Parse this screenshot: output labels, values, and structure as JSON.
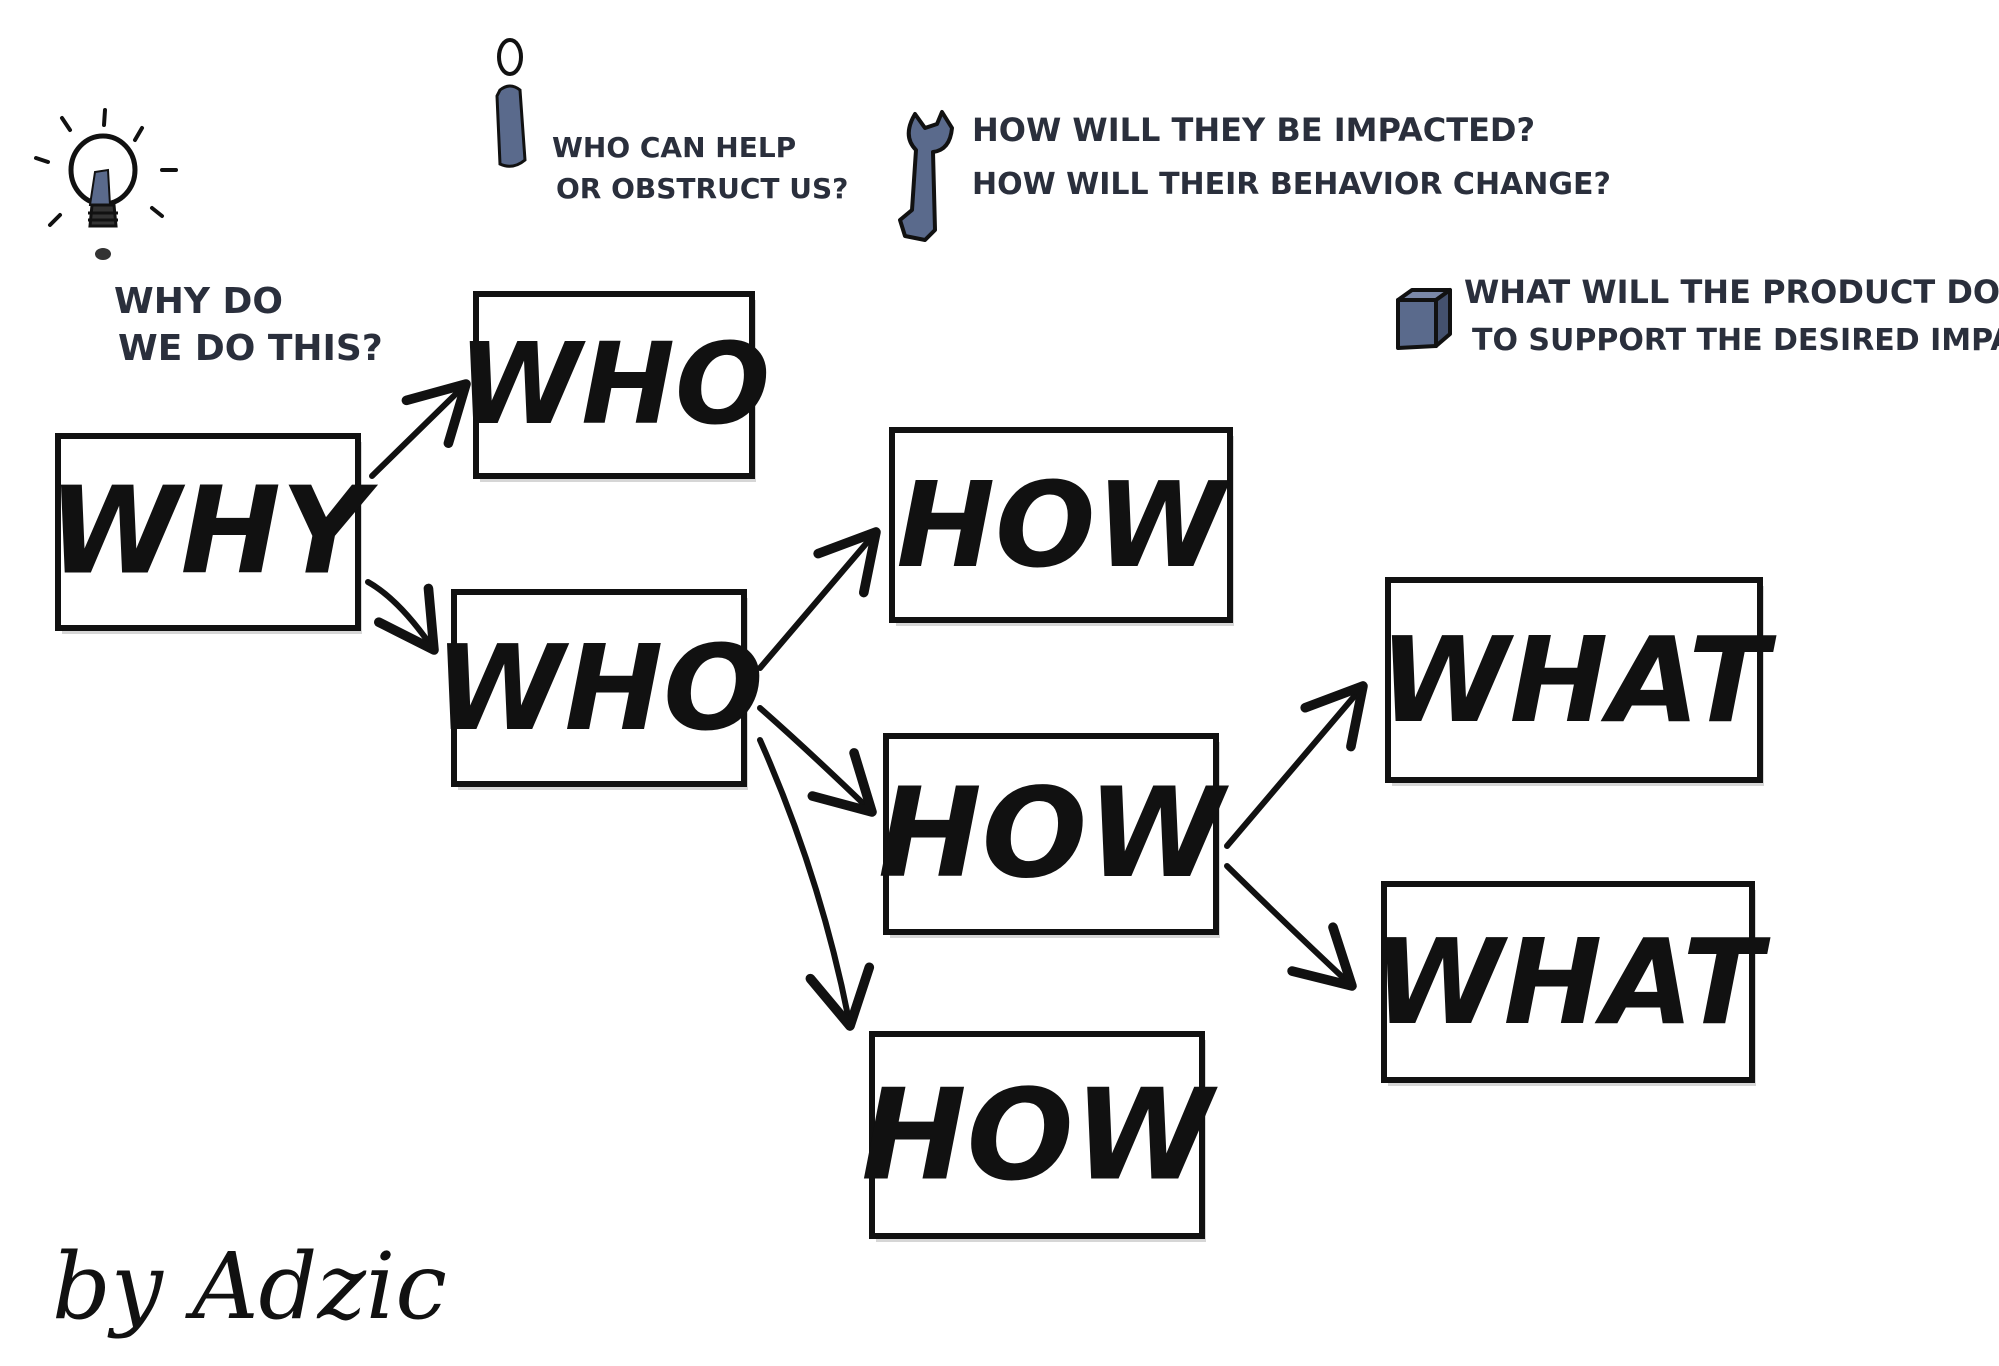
{
  "icons": {
    "why": "lightbulb-icon",
    "who": "person-icon",
    "how": "wrench-icon",
    "what": "cube-icon"
  },
  "colors": {
    "ink": "#111111",
    "note_ink": "#2a2f3c",
    "icon_fill": "#5a6a8c",
    "box_shadow": "#d6d6d6"
  },
  "notes": {
    "why": [
      "WHY DO",
      "WE DO THIS?"
    ],
    "who": [
      "WHO CAN HELP",
      "OR OBSTRUCT US?"
    ],
    "how": [
      "HOW WILL THEY BE IMPACTED?",
      "HOW WILL THEIR BEHAVIOR CHANGE?"
    ],
    "what": [
      "WHAT WILL THE PRODUCT DO",
      "TO SUPPORT THE DESIRED IMPACT?"
    ]
  },
  "boxes": [
    {
      "id": "why",
      "label": "WHY"
    },
    {
      "id": "who1",
      "label": "WHO"
    },
    {
      "id": "who2",
      "label": "WHO"
    },
    {
      "id": "how1",
      "label": "HOW"
    },
    {
      "id": "how2",
      "label": "HOW"
    },
    {
      "id": "how3",
      "label": "HOW"
    },
    {
      "id": "what1",
      "label": "WHAT"
    },
    {
      "id": "what2",
      "label": "WHAT"
    }
  ],
  "edges": [
    {
      "from": "why",
      "to": "who1"
    },
    {
      "from": "why",
      "to": "who2"
    },
    {
      "from": "who2",
      "to": "how1"
    },
    {
      "from": "who2",
      "to": "how2"
    },
    {
      "from": "who2",
      "to": "how3"
    },
    {
      "from": "how2",
      "to": "what1"
    },
    {
      "from": "how2",
      "to": "what2"
    }
  ],
  "signature": "by Adzic"
}
